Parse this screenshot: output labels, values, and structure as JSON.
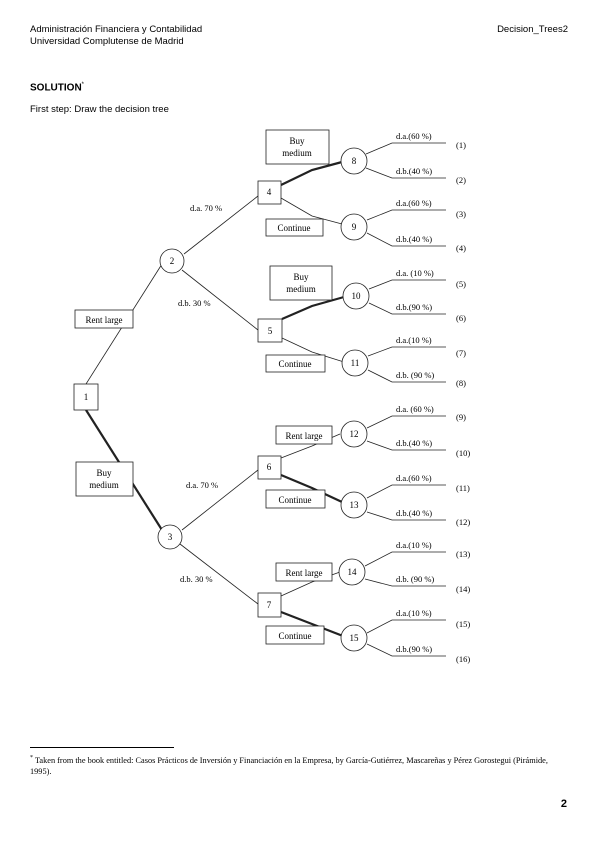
{
  "header": {
    "left_line1": "Administración Financiera y Contabilidad",
    "left_line2": "Universidad Complutense de Madrid",
    "right": "Decision_Trees2"
  },
  "heading": {
    "title": "SOLUTION",
    "marker": "*"
  },
  "step_text": "First step: Draw the decision tree",
  "tree": {
    "nodes": {
      "n1": "1",
      "n2": "2",
      "n3": "3",
      "n4": "4",
      "n5": "5",
      "n6": "6",
      "n7": "7",
      "n8": "8",
      "n9": "9",
      "n10": "10",
      "n11": "11",
      "n12": "12",
      "n13": "13",
      "n14": "14",
      "n15": "15"
    },
    "boxes": {
      "rent_large_1": "Rent large",
      "buy_medium_1_line1": "Buy",
      "buy_medium_1_line2": "medium",
      "buy_medium_4_line1": "Buy",
      "buy_medium_4_line2": "medium",
      "continue_4": "Continue",
      "buy_medium_5_line1": "Buy",
      "buy_medium_5_line2": "medium",
      "continue_5": "Continue",
      "rent_large_6": "Rent large",
      "continue_6": "Continue",
      "rent_large_7": "Rent large",
      "continue_7": "Continue"
    },
    "branch_labels": {
      "b2_4": "d.a. 70 %",
      "b2_5": "d.b. 30 %",
      "b3_6": "d.a. 70 %",
      "b3_7": "d.b. 30 %"
    },
    "outcome_labels": {
      "o1": "d.a.(60 %)",
      "o2": "d.b.(40 %)",
      "o3": "d.a.(60 %)",
      "o4": "d.b.(40 %)",
      "o5": "d.a. (10 %)",
      "o6": "d.b.(90 %)",
      "o7": "d.a.(10 %)",
      "o8": "d.b. (90 %)",
      "o9": "d.a. (60 %)",
      "o10": "d.b.(40 %)",
      "o11": "d.a.(60 %)",
      "o12": "d.b.(40 %)",
      "o13": "d.a.(10 %)",
      "o14": "d.b. (90 %)",
      "o15": "d.a.(10 %)",
      "o16": "d.b.(90 %)"
    },
    "endpoints": {
      "e1": "(1)",
      "e2": "(2)",
      "e3": "(3)",
      "e4": "(4)",
      "e5": "(5)",
      "e6": "(6)",
      "e7": "(7)",
      "e8": "(8)",
      "e9": "(9)",
      "e10": "(10)",
      "e11": "(11)",
      "e12": "(12)",
      "e13": "(13)",
      "e14": "(14)",
      "e15": "(15)",
      "e16": "(16)"
    }
  },
  "footnote": {
    "marker": "*",
    "text": "Taken from the book entitled: Casos Prácticos de Inversión y Financiación en la Empresa, by García-Gutiérrez, Mascareñas y Pérez Gorostegui (Pirámide, 1995)."
  },
  "page_number": "2"
}
